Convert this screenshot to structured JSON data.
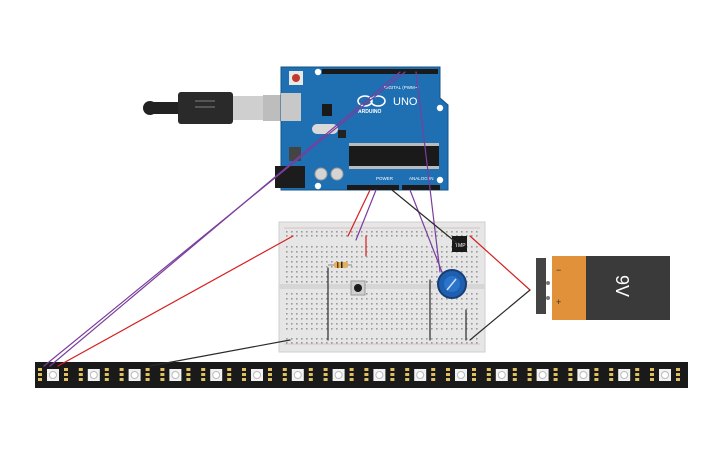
{
  "arduino": {
    "logo_text": "ARDUINO",
    "model": "UNO",
    "digital_label": "DIGITAL (PWM~)",
    "power_label": "POWER",
    "analog_label": "ANALOG IN"
  },
  "transistor": {
    "label": "TMP"
  },
  "battery": {
    "label": "9V",
    "minus": "−",
    "plus": "+"
  },
  "led_strip": {
    "pixel_count": 16
  },
  "colors": {
    "board": "#1f6fb3",
    "breadboard": "#e6e6e6",
    "battery_body": "#3a3a3a",
    "battery_cap": "#e0913a",
    "strip": "#1a1a1a",
    "wire_red": "#d61f1f",
    "wire_purple": "#7a3e9d",
    "wire_black": "#2b2b2b",
    "pot": "#1f5fb0"
  },
  "icons": [
    "usb-cable-icon",
    "potentiometer-icon",
    "pushbutton-icon",
    "resistor-icon",
    "led-icon"
  ]
}
